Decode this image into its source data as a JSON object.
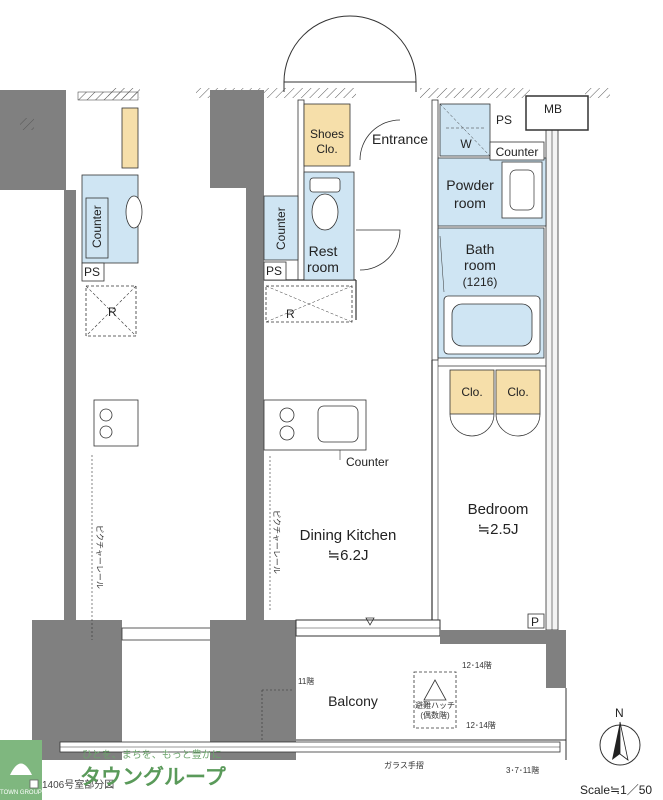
{
  "colors": {
    "wall": "#808080",
    "wall_dark": "#5e5e5e",
    "wet_area": "#cfe5f3",
    "closet": "#f6dfaa",
    "line": "#333333",
    "brand_green": "#5a9a5a"
  },
  "labels": {
    "shoes_clo_1": "Shoes",
    "shoes_clo_2": "Clo.",
    "entrance": "Entrance",
    "w": "W",
    "ps_top": "PS",
    "mb": "MB",
    "counter_top": "Counter",
    "powder_1": "Powder",
    "powder_2": "room",
    "bath_1": "Bath",
    "bath_2": "room",
    "bath_3": "(1216)",
    "counter_toilet": "Counter",
    "rest_1": "Rest",
    "rest_2": "room",
    "ps": "PS",
    "r": "R",
    "clo_a": "Clo.",
    "clo_b": "Clo.",
    "counter_kitchen": "Counter",
    "dining_1": "Dining Kitchen",
    "dining_2": "≒6.2J",
    "bedroom_1": "Bedroom",
    "bedroom_2": "≒2.5J",
    "picture_rail": "ピクチャーレール",
    "p": "P",
    "balcony": "Balcony",
    "floor_11": "11階",
    "floor_12_14_a": "12･14階",
    "floor_12_14_b": "12･14階",
    "hatch_1": "避難ハッチ",
    "hatch_2": "(偶数階)",
    "glass_rail": "ガラス手摺",
    "floors_3_7_11": "3･7･11階",
    "scale": "Scale≒1／50",
    "north": "N",
    "neighbor_counter": "Counter",
    "neighbor_ps": "PS",
    "neighbor_r": "R",
    "neighbor_rail": "ピクチャーレール"
  },
  "footer": {
    "room_note": "1406号室部分図",
    "brand_slogan": "ひとを、まちを、もっと豊かに",
    "brand_name": "タウングループ",
    "brand_logo_text": "TOWN GROUP"
  }
}
